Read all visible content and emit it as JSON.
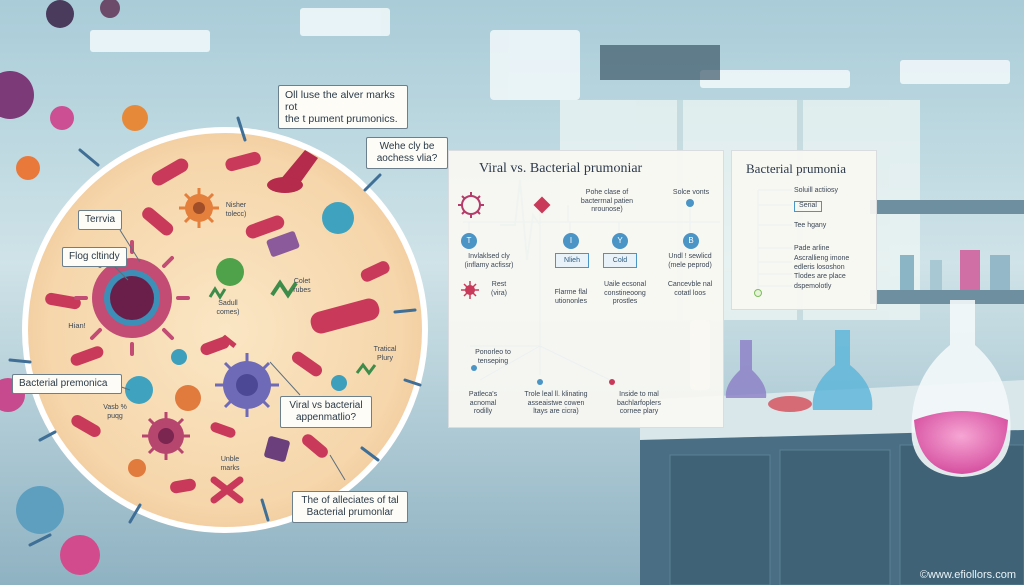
{
  "colors": {
    "cell_fill": "#f8d9b0",
    "cell_rim": "#ffffff",
    "bacteria": "#c93a5a",
    "virus": "#7c2c63",
    "accent_blue": "#4a94c6",
    "lab_bg": "#cfe4ea"
  },
  "callouts": {
    "top_note": "Oll luse the alver marks rot\nthe t pument prumonics.",
    "right_note": "Wehe cly be\naochess vlia?",
    "terrvia": "Terrvia",
    "flog": "Flog cltindy",
    "bacterial": "Bacterial premonica",
    "viral_vs": "Viral vs bacterial\nappenmatlio?",
    "bottom_note": "The of alleciates of tal\nBacterial prumonlar"
  },
  "cell_labels": {
    "nisher": "Nisher\ntolecc)",
    "sadull": "Sadull\ncomes)",
    "colet": "Colet\nrubes",
    "hian": "Hian!",
    "vasb": "Vasb %\npuqg",
    "tratical": "Tratical\nPlury",
    "unble": "Unble\nmarks"
  },
  "center_panel": {
    "title": "Viral vs. Bacterial prumoniar",
    "col1_head": "Pohe clase of\nbacterrnal patien\nnrounose)",
    "col2_head": "Solce vonts",
    "node_labels": [
      "T",
      "I",
      "Y",
      "B"
    ],
    "row1_text": "Invlaklsed cly\n(inflamy acfissr)",
    "box1": "Nlieh",
    "box2": "Cold",
    "row1_right": "Undl ! sewlicd\n(mele peprod)",
    "virus_text": "Rest\n(vira)",
    "col_texts": [
      "Flarme flal\nutiononles",
      "Uaile ecsonal\nconstineoong\nprostles",
      "Cancevble nal\ncotatl loos"
    ],
    "lower_label": "Ponorleo to\ntenseping",
    "lower_texts": [
      "Patleca's\nacnomal\nrodilly",
      "Trole leal ll. klinating\nasseaistwe cowen\nltays are cicra)",
      "Inside to mal\nbachlarfoplers\ncornee plary"
    ]
  },
  "right_panel": {
    "title": "Bacterial prumonia",
    "items": [
      "Soluill actiiosy",
      "Serial",
      "Tee hgany",
      "Pade arline",
      "Ascrallieng imone\nedleris lososhon",
      "Tlodes are place",
      "dspemolotly"
    ]
  },
  "watermark": "©www.efiollors.com"
}
